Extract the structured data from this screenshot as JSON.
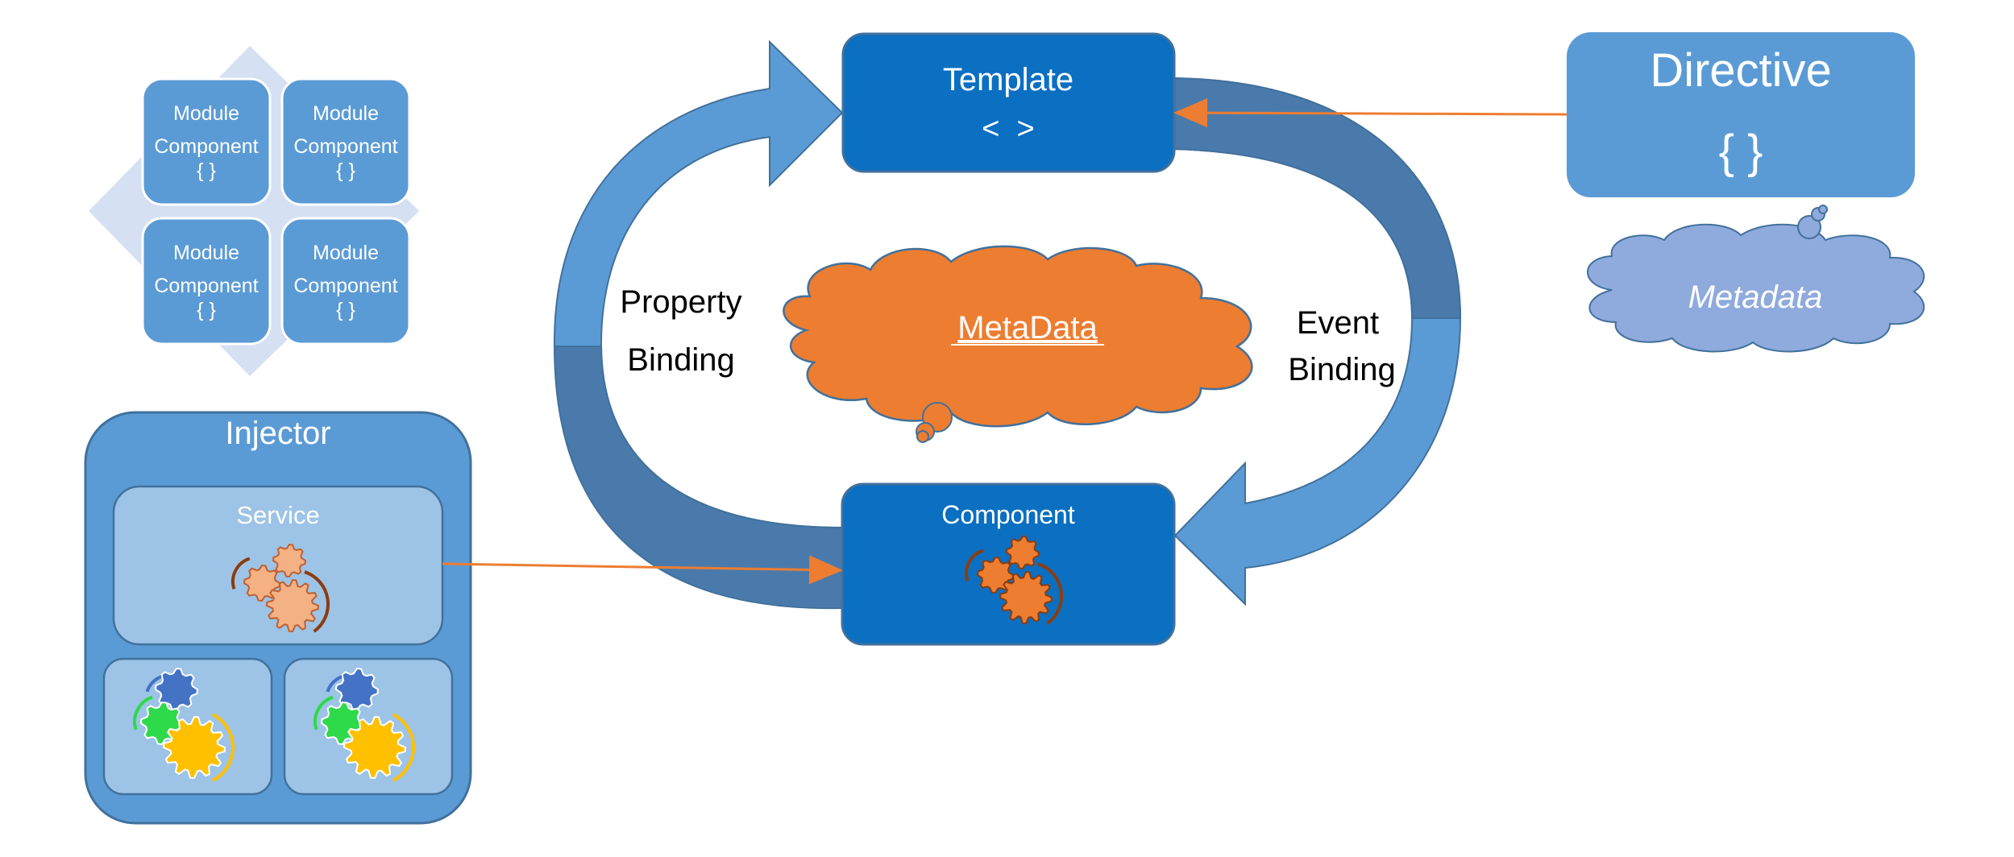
{
  "modules": [
    {
      "line1": "Module",
      "line2": "Component",
      "line3": "{ }"
    },
    {
      "line1": "Module",
      "line2": "Component",
      "line3": "{ }"
    },
    {
      "line1": "Module",
      "line2": "Component",
      "line3": "{ }"
    },
    {
      "line1": "Module",
      "line2": "Component",
      "line3": "{ }"
    }
  ],
  "injector": {
    "title": "Injector",
    "service_label": "Service"
  },
  "template": {
    "title": "Template",
    "symbol": "<  >"
  },
  "component": {
    "title": "Component"
  },
  "bindings": {
    "property_line1": "Property",
    "property_line2": "Binding",
    "event_line1": "Event",
    "event_line2": "Binding"
  },
  "metadata_center": "MetaData",
  "directive": {
    "title": "Directive",
    "symbol": "{ }",
    "metadata": "Metadata"
  },
  "colors": {
    "dark_blue": "#0b6fc2",
    "mid_blue": "#5b9bd5",
    "light_blue": "#9dc3e6",
    "arrow_dark": "#4a7aab",
    "orange": "#ed7d31",
    "light_orange": "#f4b183",
    "cloud_blue": "#8faadc",
    "diamond": "#d6e0f3",
    "green_gear": "#2ed94a",
    "yellow_gear": "#ffc000",
    "blue_gear": "#4472c4"
  }
}
